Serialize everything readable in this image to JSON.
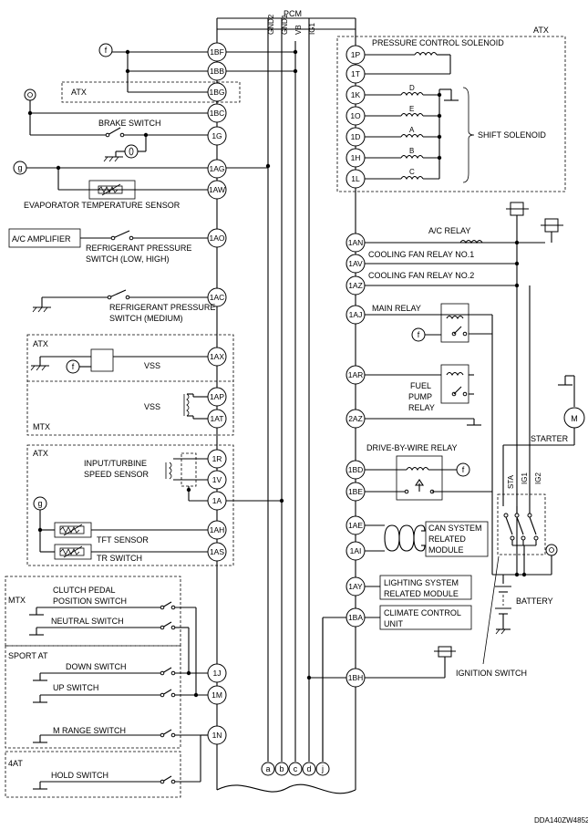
{
  "header": {
    "pcm": "PCM",
    "gnd2": "GND2",
    "gnd1": "GND1",
    "vb": "VB",
    "ig1": "IG1"
  },
  "left_pins": {
    "bf": "1BF",
    "bb": "1BB",
    "bg": "1BG",
    "bc": "1BC",
    "g": "1G",
    "ag": "1AG",
    "aw": "1AW",
    "ao": "1AO",
    "ac": "1AC",
    "ax": "1AX",
    "ap": "1AP",
    "at": "1AT",
    "r": "1R",
    "v": "1V",
    "a": "1A",
    "ah": "1AH",
    "as": "1AS",
    "j": "1J",
    "m": "1M",
    "n": "1N"
  },
  "right_pins": {
    "p": "1P",
    "t": "1T",
    "k": "1K",
    "o": "1O",
    "d": "1D",
    "h": "1H",
    "l": "1L",
    "an": "1AN",
    "av": "1AV",
    "az": "1AZ",
    "aj": "1AJ",
    "ar": "1AR",
    "az2": "2AZ",
    "bd": "1BD",
    "be": "1BE",
    "ae": "1AE",
    "ai": "1AI",
    "ay": "1AY",
    "ba": "1BA",
    "bh": "1BH"
  },
  "labels": {
    "atx_bg": "ATX",
    "brake_switch": "BRAKE SWITCH",
    "evap_sensor": "EVAPORATOR TEMPERATURE SENSOR",
    "ac_amplifier": "A/C AMPLIFIER",
    "refrig_low_high_1": "REFRIGERANT PRESSURE",
    "refrig_low_high_2": "SWITCH (LOW, HIGH)",
    "refrig_med_1": "REFRIGERANT PRESSURE",
    "refrig_med_2": "SWITCH (MEDIUM)",
    "atx_vss": "ATX",
    "vss_atx": "VSS",
    "vss_mtx": "VSS",
    "mtx_vss": "MTX",
    "atx_turbine": "ATX",
    "turbine_1": "INPUT/TURBINE",
    "turbine_2": "SPEED SENSOR",
    "tft_sensor": "TFT SENSOR",
    "tr_switch": "TR SWITCH",
    "mtx_clutch": "MTX",
    "clutch_1": "CLUTCH PEDAL",
    "clutch_2": "POSITION SWITCH",
    "neutral_switch": "NEUTRAL SWITCH",
    "sport_at": "SPORT AT",
    "down_switch": "DOWN SWITCH",
    "up_switch": "UP SWITCH",
    "m_range": "M RANGE SWITCH",
    "four_at": "4AT",
    "hold_switch": "HOLD SWITCH",
    "atx_solenoid": "ATX",
    "pressure_control": "PRESSURE CONTROL SOLENOID",
    "shift_solenoid": "SHIFT SOLENOID",
    "sol_d": "D",
    "sol_e": "E",
    "sol_a": "A",
    "sol_b": "B",
    "sol_c": "C",
    "ac_relay": "A/C RELAY",
    "fan_relay_1": "COOLING FAN RELAY NO.1",
    "fan_relay_2": "COOLING FAN RELAY NO.2",
    "main_relay": "MAIN RELAY",
    "fuel_pump_1": "FUEL",
    "fuel_pump_2": "PUMP",
    "fuel_pump_3": "RELAY",
    "dbw_relay": "DRIVE-BY-WIRE RELAY",
    "can_1": "CAN SYSTEM",
    "can_2": "RELATED",
    "can_3": "MODULE",
    "lighting_1": "LIGHTING SYSTEM",
    "lighting_2": "RELATED MODULE",
    "climate_1": "CLIMATE CONTROL",
    "climate_2": "UNIT",
    "starter": "STARTER",
    "sta": "STA",
    "ig1_sw": "IG1",
    "ig2_sw": "IG2",
    "battery": "BATTERY",
    "ignition_switch": "IGNITION SWITCH",
    "motor": "M",
    "code": "DDA140ZW4852"
  },
  "circles": {
    "f1": "f",
    "f2": "f",
    "f3": "f",
    "f4": "f",
    "g1": "g",
    "g2": "g",
    "a": "a",
    "b": "b",
    "c": "c",
    "d": "d",
    "j": "j"
  }
}
